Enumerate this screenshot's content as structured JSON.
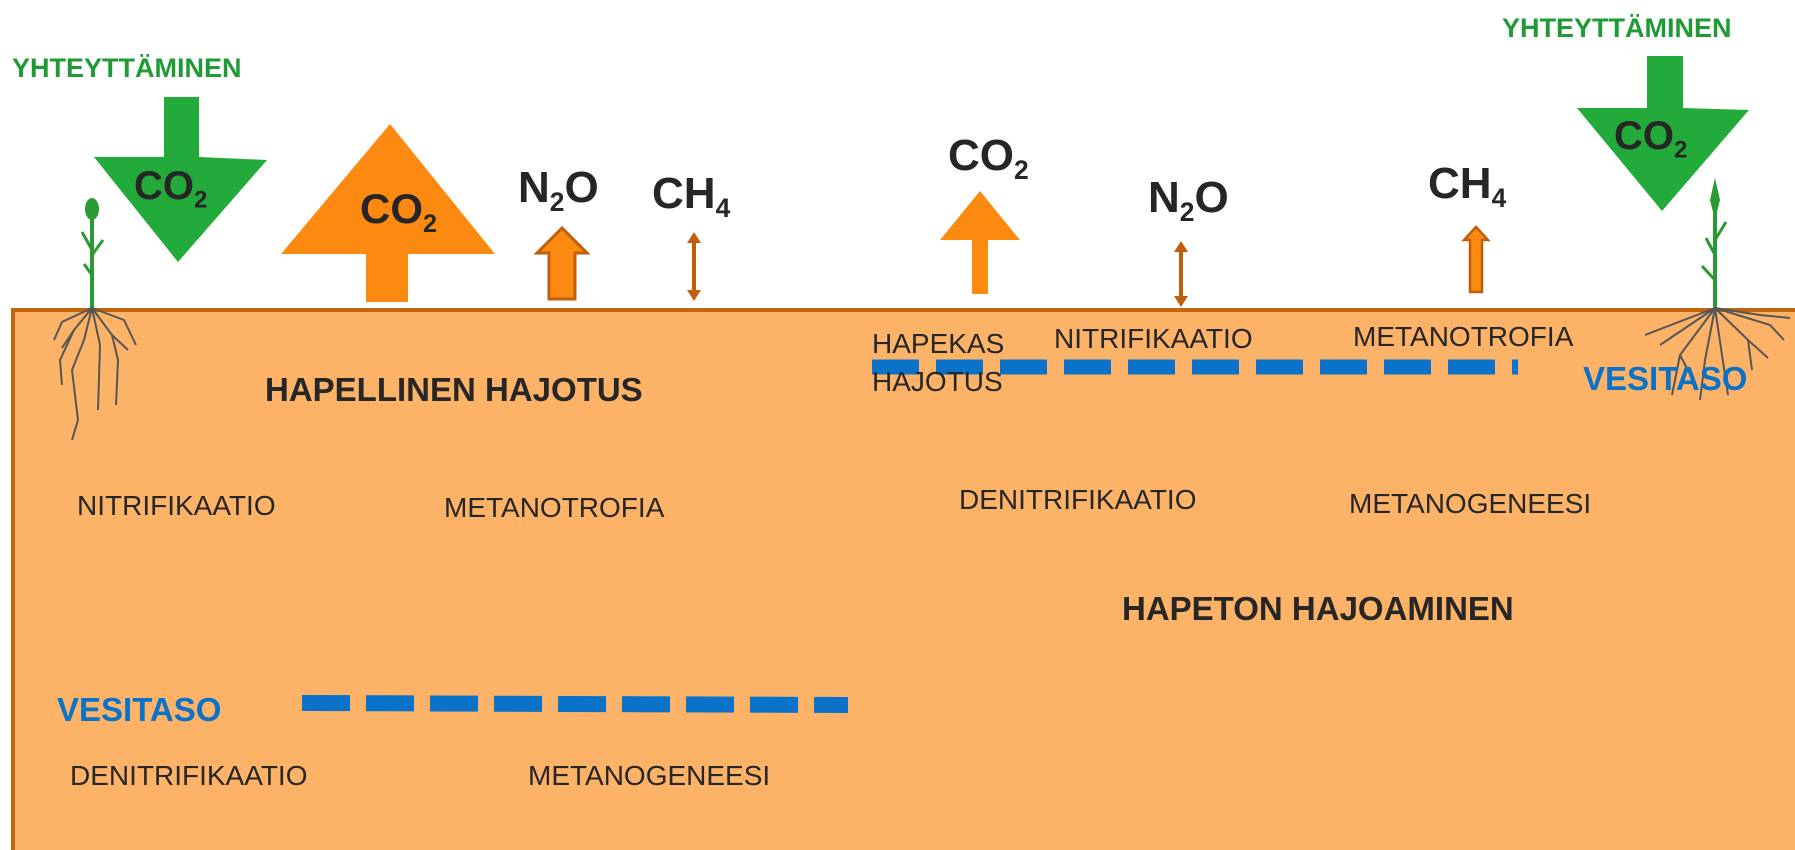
{
  "photosynthesis_left": "YHTEYTTÄMINEN",
  "photosynthesis_right": "YHTEYTTÄMINEN",
  "gases": {
    "co2_down_left": {
      "main": "CO",
      "sub": "2"
    },
    "co2_up_big": {
      "main": "CO",
      "sub": "2"
    },
    "n2o_left": {
      "pre": "N",
      "sub": "2",
      "post": "O"
    },
    "ch4_left": {
      "main": "CH",
      "sub": "4"
    },
    "co2_up_right": {
      "main": "CO",
      "sub": "2"
    },
    "n2o_right": {
      "pre": "N",
      "sub": "2",
      "post": "O"
    },
    "ch4_right": {
      "main": "CH",
      "sub": "4"
    },
    "co2_down_right": {
      "main": "CO",
      "sub": "2"
    }
  },
  "left": {
    "heading": "HAPELLINEN HAJOTUS",
    "nitrification": "NITRIFIKAATIO",
    "methanotrophy": "METANOTROFIA",
    "water_level": "VESITASO",
    "denitrification": "DENITRIFIKAATIO",
    "methanogenesis": "METANOGENEESI"
  },
  "right": {
    "aerobic_line1": "HAPEKAS",
    "aerobic_line2": "HAJOTUS",
    "nitrification": "NITRIFIKAATIO",
    "methanotrophy": "METANOTROFIA",
    "water_level": "VESITASO",
    "denitrification": "DENITRIFIKAATIO",
    "methanogenesis": "METANOGENEESI",
    "heading": "HAPETON HAJOAMINEN"
  },
  "colors": {
    "soil": "#fcb367",
    "soil_border": "#c4650e",
    "green_arrow": "#22aa3a",
    "orange_arrow": "#fd8a10",
    "thin_arrow": "#c05e0c",
    "water_dash": "#0a72c9",
    "plant": "#2a9a35",
    "roots": "#555555"
  }
}
